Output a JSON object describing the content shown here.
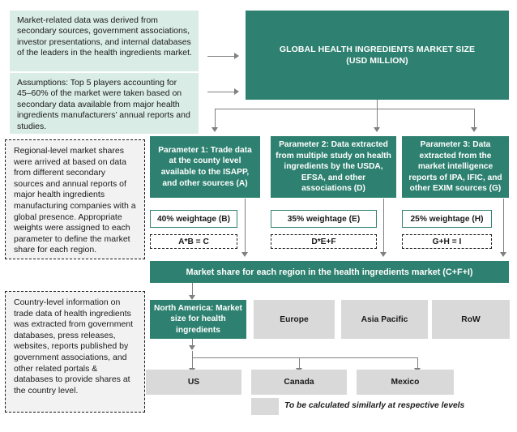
{
  "diagram": {
    "title_box": {
      "line1": "GLOBAL HEALTH INGREDIENTS MARKET SIZE",
      "line2": "(USD MILLION)"
    },
    "notes": [
      {
        "id": "note-secondary-sources",
        "text": "Market-related data was derived from secondary sources, government associations, investor presentations, and internal databases of the leaders in the health ingredients market."
      },
      {
        "id": "note-assumptions",
        "text": "Assumptions: Top 5 players accounting for 45–60% of the market were taken based on secondary data available from major health ingredients manufacturers’ annual reports and studies."
      },
      {
        "id": "note-regional-level",
        "text": "Regional-level market shares were arrived at based on data from different secondary sources and annual reports of major health ingredients manufacturing companies with a global presence. Appropriate weights were assigned to each parameter to define the market share for each region."
      },
      {
        "id": "note-country-level",
        "text": "Country-level information on trade data of health ingredients was extracted from government databases, press releases, websites, reports published by government associations, and other related portals & databases to provide shares at the country level."
      }
    ],
    "parameters": [
      {
        "id": "parameter-1",
        "text": "Parameter 1: Trade data at the county level available to the ISAPP, and other sources (A)",
        "weightage": "40% weightage (B)",
        "formula": "A*B = C"
      },
      {
        "id": "parameter-2",
        "text": "Parameter 2: Data extracted from multiple study on health ingredients by the USDA, EFSA, and other associations (D)",
        "weightage": "35% weightage (E)",
        "formula": "D*E+F"
      },
      {
        "id": "parameter-3",
        "text": "Parameter 3: Data extracted from the market intelligence reports of IPA, IFIC, and other EXIM sources (G)",
        "weightage": "25% weightage (H)",
        "formula": "G+H = I"
      }
    ],
    "market_share_banner": "Market share for each region in the health ingredients market (C+F+I)",
    "regions": [
      {
        "id": "region-north-america",
        "label": "North America: Market size for health ingredients",
        "style": "teal"
      },
      {
        "id": "region-europe",
        "label": "Europe",
        "style": "grey"
      },
      {
        "id": "region-asia-pacific",
        "label": "Asia Pacific",
        "style": "grey"
      },
      {
        "id": "region-row",
        "label": "RoW",
        "style": "grey"
      }
    ],
    "countries": [
      {
        "id": "country-us",
        "label": "US"
      },
      {
        "id": "country-canada",
        "label": "Canada"
      },
      {
        "id": "country-mexico",
        "label": "Mexico"
      }
    ],
    "legend": {
      "text": "To be calculated similarly at respective levels"
    },
    "colors": {
      "teal": "#2e8170",
      "mint": "#d9ece5",
      "grey": "#d9d9d9",
      "note_bg": "#f2f2f2",
      "connector": "#808080"
    }
  }
}
